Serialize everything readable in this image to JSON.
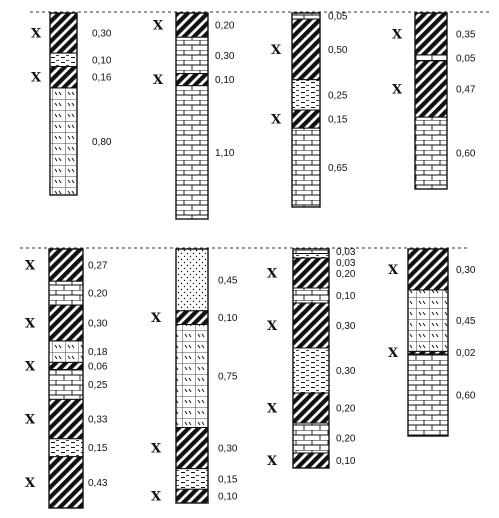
{
  "rows": [
    {
      "columns": [
        {
          "layers": [
            {
              "lith": "hatched",
              "thickness": "0,30",
              "symbol": "Х"
            },
            {
              "lith": "dashed",
              "thickness": "0,10",
              "symbol": ""
            },
            {
              "lith": "hatched",
              "thickness": "0,16",
              "symbol": "Х"
            },
            {
              "lith": "ticked",
              "thickness": "0,80",
              "symbol": ""
            }
          ]
        },
        {
          "layers": [
            {
              "lith": "hatched",
              "thickness": "0,20",
              "symbol": "Х"
            },
            {
              "lith": "brick",
              "thickness": "0,30",
              "symbol": ""
            },
            {
              "lith": "hatched",
              "thickness": "0,10",
              "symbol": "Х"
            },
            {
              "lith": "brick",
              "thickness": "1,10",
              "symbol": ""
            }
          ]
        },
        {
          "layers": [
            {
              "lith": "brick",
              "thickness": "0,05",
              "symbol": ""
            },
            {
              "lith": "hatched",
              "thickness": "0,50",
              "symbol": "Х"
            },
            {
              "lith": "dashed",
              "thickness": "0,25",
              "symbol": ""
            },
            {
              "lith": "hatched",
              "thickness": "0,15",
              "symbol": "Х"
            },
            {
              "lith": "brick",
              "thickness": "0,65",
              "symbol": ""
            }
          ]
        },
        {
          "layers": [
            {
              "lith": "hatched",
              "thickness": "0,35",
              "symbol": "Х"
            },
            {
              "lith": "brick",
              "thickness": "0,05",
              "symbol": ""
            },
            {
              "lith": "hatched",
              "thickness": "0,47",
              "symbol": "Х"
            },
            {
              "lith": "brick",
              "thickness": "0,60",
              "symbol": ""
            }
          ]
        }
      ]
    },
    {
      "columns": [
        {
          "layers": [
            {
              "lith": "hatched",
              "thickness": "0,27",
              "symbol": "Х"
            },
            {
              "lith": "brick",
              "thickness": "0,20",
              "symbol": ""
            },
            {
              "lith": "hatched",
              "thickness": "0,30",
              "symbol": "Х"
            },
            {
              "lith": "ticked",
              "thickness": "0,18",
              "symbol": ""
            },
            {
              "lith": "hatched",
              "thickness": "0,06",
              "symbol": "Х"
            },
            {
              "lith": "brick",
              "thickness": "0,25",
              "symbol": ""
            },
            {
              "lith": "hatched",
              "thickness": "0,33",
              "symbol": "Х"
            },
            {
              "lith": "dashed",
              "thickness": "0,15",
              "symbol": ""
            },
            {
              "lith": "hatched",
              "thickness": "0,43",
              "symbol": "Х"
            }
          ]
        },
        {
          "layers": [
            {
              "lith": "dotted",
              "thickness": "0,45",
              "symbol": ""
            },
            {
              "lith": "hatched",
              "thickness": "0,10",
              "symbol": "Х"
            },
            {
              "lith": "ticked",
              "thickness": "0,75",
              "symbol": ""
            },
            {
              "lith": "hatched",
              "thickness": "0,30",
              "symbol": "Х"
            },
            {
              "lith": "dashed",
              "thickness": "0,15",
              "symbol": ""
            },
            {
              "lith": "hatched",
              "thickness": "0,10",
              "symbol": "Х"
            }
          ]
        },
        {
          "layers": [
            {
              "lith": "brick",
              "thickness": "0,03",
              "symbol": ""
            },
            {
              "lith": "dashed",
              "thickness": "0,03",
              "symbol": ""
            },
            {
              "lith": "hatched",
              "thickness": "0,20",
              "symbol": "Х"
            },
            {
              "lith": "brick",
              "thickness": "0,10",
              "symbol": ""
            },
            {
              "lith": "hatched",
              "thickness": "0,30",
              "symbol": "Х"
            },
            {
              "lith": "dashed",
              "thickness": "0,30",
              "symbol": ""
            },
            {
              "lith": "hatched",
              "thickness": "0,20",
              "symbol": "Х"
            },
            {
              "lith": "brick",
              "thickness": "0,20",
              "symbol": ""
            },
            {
              "lith": "hatched",
              "thickness": "0,10",
              "symbol": "Х"
            }
          ]
        },
        {
          "layers": [
            {
              "lith": "hatched",
              "thickness": "0,30",
              "symbol": "Х"
            },
            {
              "lith": "ticked",
              "thickness": "0,45",
              "symbol": ""
            },
            {
              "lith": "hatched",
              "thickness": "0,02",
              "symbol": "Х"
            },
            {
              "lith": "brick",
              "thickness": "0,60",
              "symbol": ""
            }
          ]
        }
      ]
    }
  ]
}
